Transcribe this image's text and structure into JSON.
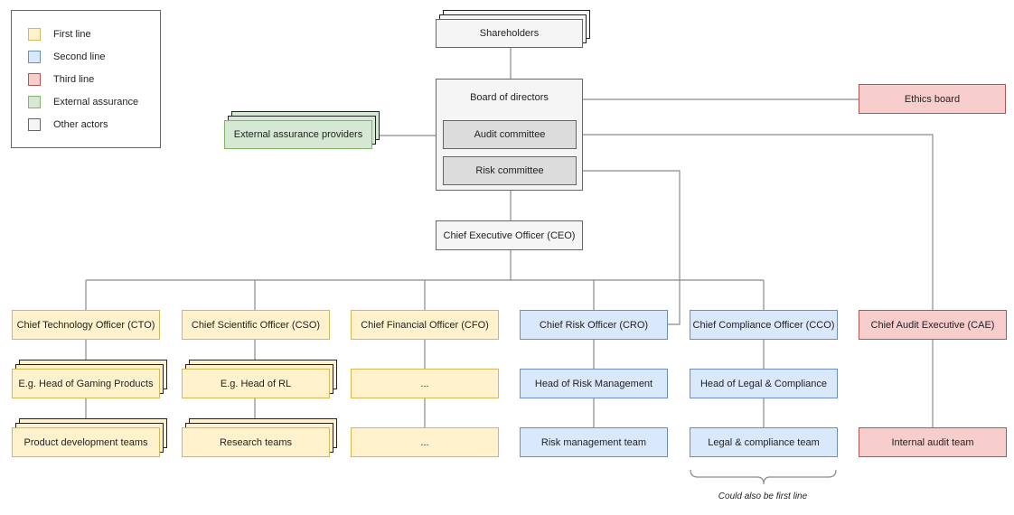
{
  "legend": {
    "items": [
      {
        "label": "First line",
        "color": "#fff2cc"
      },
      {
        "label": "Second line",
        "color": "#dae8fc"
      },
      {
        "label": "Third line",
        "color": "#f8cecc"
      },
      {
        "label": "External assurance",
        "color": "#d5e8d4"
      },
      {
        "label": "Other actors",
        "color": "#f5f5f5"
      }
    ]
  },
  "nodes": {
    "shareholders": "Shareholders",
    "board": "Board of directors",
    "audit_committee": "Audit committee",
    "risk_committee": "Risk committee",
    "ethics_board": "Ethics board",
    "external_assurance": "External assurance providers",
    "ceo": "Chief Executive Officer (CEO)",
    "cto": "Chief Technology Officer (CTO)",
    "cso": "Chief Scientific Officer (CSO)",
    "cfo": "Chief Financial Officer (CFO)",
    "cro": "Chief Risk Officer (CRO)",
    "cco": "Chief Compliance Officer (CCO)",
    "cae": "Chief Audit Executive (CAE)",
    "head_gaming": "E.g. Head of Gaming Products",
    "head_rl": "E.g. Head of RL",
    "cfo_sub1": "...",
    "head_risk": "Head of Risk Management",
    "head_legal": "Head of Legal & Compliance",
    "product_teams": "Product development teams",
    "research_teams": "Research teams",
    "cfo_sub2": "...",
    "risk_team": "Risk management team",
    "legal_team": "Legal & compliance team",
    "internal_audit": "Internal audit team"
  },
  "note": "Could also be first line"
}
